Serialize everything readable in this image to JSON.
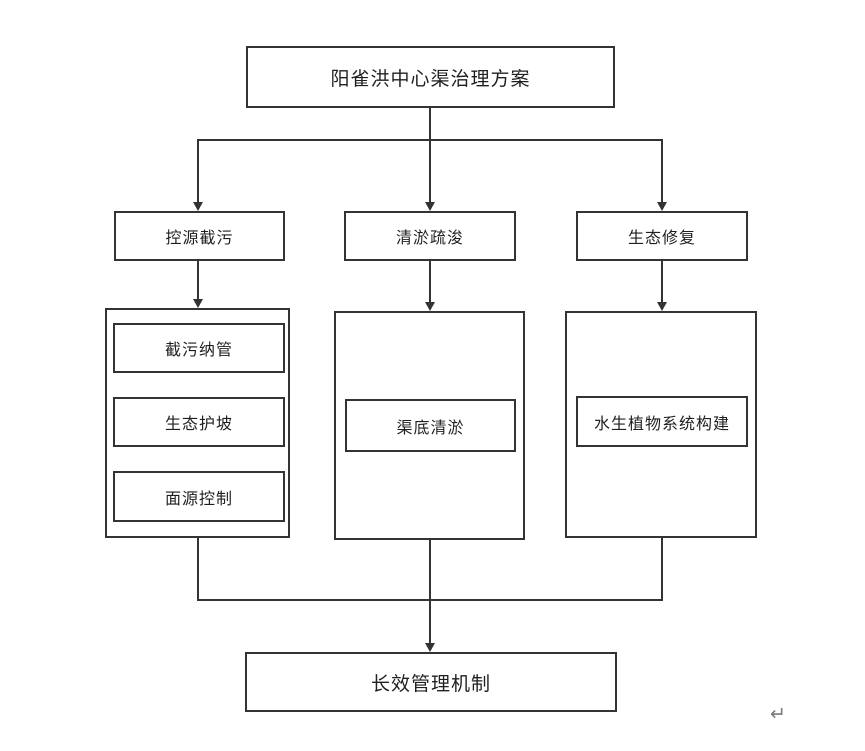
{
  "diagram": {
    "type": "flowchart",
    "root": {
      "label": "阳雀洪中心渠治理方案"
    },
    "branches": [
      {
        "label": "控源截污",
        "children": [
          "截污纳管",
          "生态护坡",
          "面源控制"
        ]
      },
      {
        "label": "清淤疏浚",
        "children": [
          "渠底清淤"
        ]
      },
      {
        "label": "生态修复",
        "children": [
          "水生植物系统构建"
        ]
      }
    ],
    "footer": {
      "label": "长效管理机制"
    },
    "paragraph_mark": "↵"
  },
  "colors": {
    "line": "#333333",
    "box_border": "#333333",
    "box_fill": "#ffffff",
    "background": "#ffffff",
    "text": "#1f1f1f",
    "paragraph_mark": "#7a7a7a"
  }
}
